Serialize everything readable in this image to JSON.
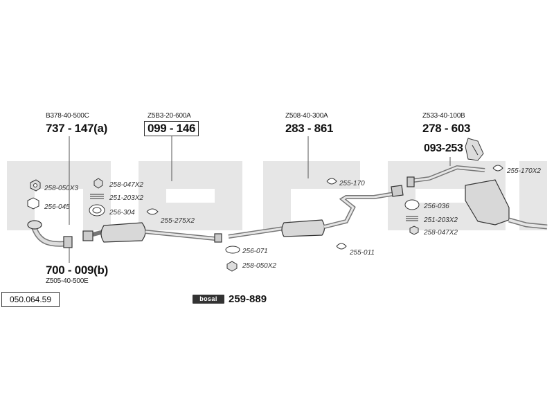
{
  "catalog_number": "050.064.59",
  "brand": {
    "label": "bosal",
    "part": "259-889"
  },
  "assemblies": [
    {
      "code": "B378-40-500C",
      "part": "737 - 147(a)"
    },
    {
      "code": "Z5B3-20-600A",
      "part": "099 - 146"
    },
    {
      "code": "Z508-40-300A",
      "part": "283 - 861"
    },
    {
      "code": "Z533-40-100B",
      "part": "278 - 603"
    },
    {
      "code": "Z505-40-500E",
      "part": "700 - 009(b)"
    }
  ],
  "heat_shield_part": "093-253",
  "accessories": {
    "a1": "258-050X3",
    "a2": "256-045",
    "a3": "258-047X2",
    "a4": "251-203X2",
    "a5": "256-304",
    "a6": "255-275X2",
    "a7": "256-071",
    "a8": "258-050X2",
    "a9": "255-170",
    "a10": "255-011",
    "a11": "256-036",
    "a12": "251-203X2",
    "a13": "258-047X2",
    "a14": "255-170X2"
  }
}
